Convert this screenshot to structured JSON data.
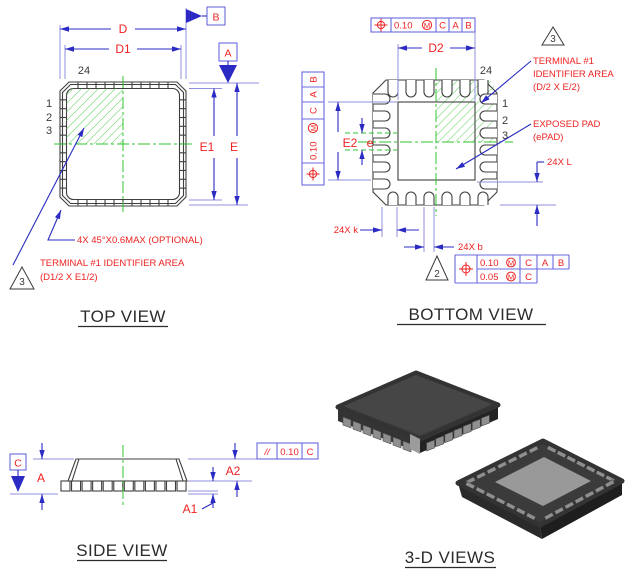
{
  "drawing": {
    "top_view": {
      "title": "TOP VIEW",
      "pins": {
        "p24": "24",
        "p1": "1",
        "p2": "2",
        "p3": "3"
      },
      "dims": {
        "d": "D",
        "d1": "D1",
        "e": "E",
        "e1": "E1"
      },
      "datum_a": "A",
      "datum_b": "B",
      "flag": "3",
      "note_chamfer": "4X 45°X0.6MAX (OPTIONAL)",
      "note_terminal_1": "TERMINAL #1 IDENTIFIER AREA",
      "note_terminal_2": "(D1/2 X E1/2)"
    },
    "bottom_view": {
      "title": "BOTTOM VIEW",
      "pins": {
        "p24": "24",
        "p1": "1",
        "p2": "2",
        "p3": "3"
      },
      "dims": {
        "d2": "D2",
        "e2": "E2",
        "pitch": "e",
        "l": "24X L",
        "k": "24X k",
        "b": "24X b"
      },
      "fcf_top": {
        "tol": "0.10",
        "mod": "M",
        "ref1": "C",
        "ref2": "A",
        "ref3": "B"
      },
      "fcf_left": {
        "tol": "0.10",
        "mod": "M",
        "ref1": "C",
        "ref2": "A",
        "ref3": "B"
      },
      "fcf_bottom": {
        "row1": {
          "tol": "0.10",
          "mod": "M",
          "ref1": "C",
          "ref2": "A",
          "ref3": "B"
        },
        "row2": {
          "tol": "0.05",
          "mod": "M",
          "ref1": "C"
        }
      },
      "flag_top": "3",
      "flag_bottom": "2",
      "note_terminal_1": "TERMINAL #1",
      "note_terminal_2": "IDENTIFIER AREA",
      "note_terminal_3": "(D/2 X E/2)",
      "note_epad_1": "EXPOSED PAD",
      "note_epad_2": "(ePAD)"
    },
    "side_view": {
      "title": "SIDE VIEW",
      "dims": {
        "a": "A",
        "a1": "A1",
        "a2": "A2"
      },
      "datum_c": "C",
      "fcf": {
        "sym": "//",
        "tol": "0.10",
        "ref": "C"
      }
    },
    "three_d_view": {
      "title": "3-D VIEWS"
    },
    "colors": {
      "dimension_blue": "#2b2bc4",
      "extension_blue": "#9090dd",
      "label_red": "#ee2222",
      "hatch_green": "#5ecf5e",
      "centerline_green": "#2fc42f",
      "outline_dark": "#3f3f3f",
      "frame_blue": "#6a6ae0",
      "body_gray": "#3f3f3f",
      "pad_gray": "#8f8f8f"
    }
  }
}
